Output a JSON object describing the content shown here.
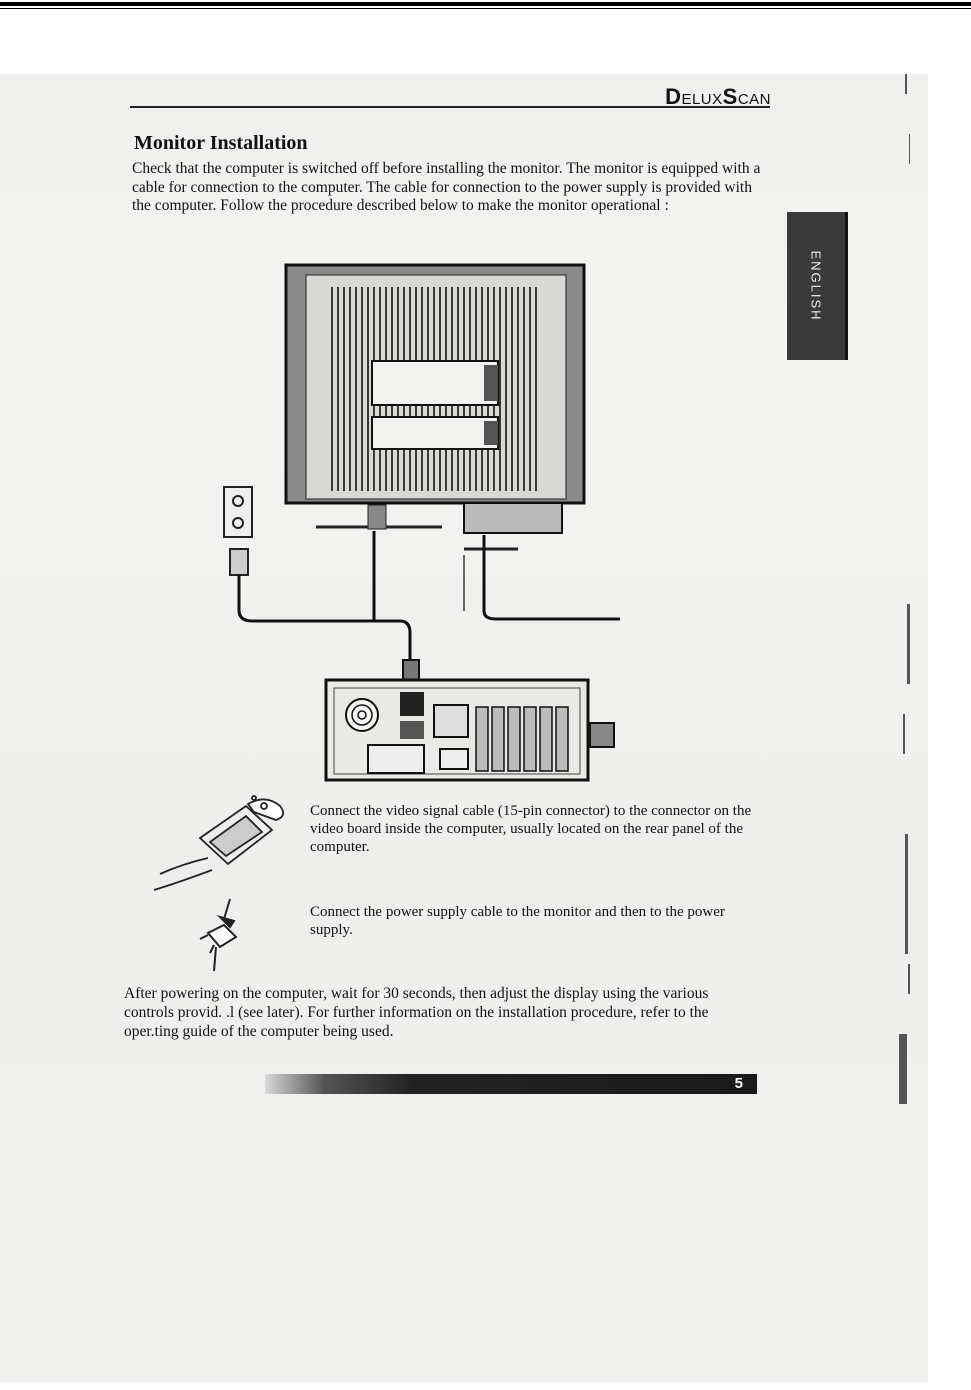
{
  "header": {
    "brand_first": "D",
    "brand_rest": "ELUX",
    "brand_second": "S",
    "brand_second_rest": "CAN"
  },
  "side_tab": {
    "label": "ENGLISH"
  },
  "title": "Monitor Installation",
  "intro": "Check that the computer is switched off before installing the monitor. The monitor is equipped with a cable for connection to the computer.  The cable for connection to the power supply is provided with the computer.  Follow the procedure described below to make the monitor operational :",
  "steps": [
    {
      "icon": "vga-connector-icon",
      "text": "Connect the video signal cable (15-pin connector) to the connector on the video board inside the computer, usually located on the rear panel of the computer."
    },
    {
      "icon": "power-plug-icon",
      "text": "Connect the power supply cable to the monitor and then to the power supply."
    }
  ],
  "after": "After powering on the computer, wait for 30 seconds, then adjust the display using the various controls provid. .l (see later). For further information on the installation procedure, refer to the oper.ting guide of the computer being used.",
  "footer": {
    "page_number": "5"
  }
}
